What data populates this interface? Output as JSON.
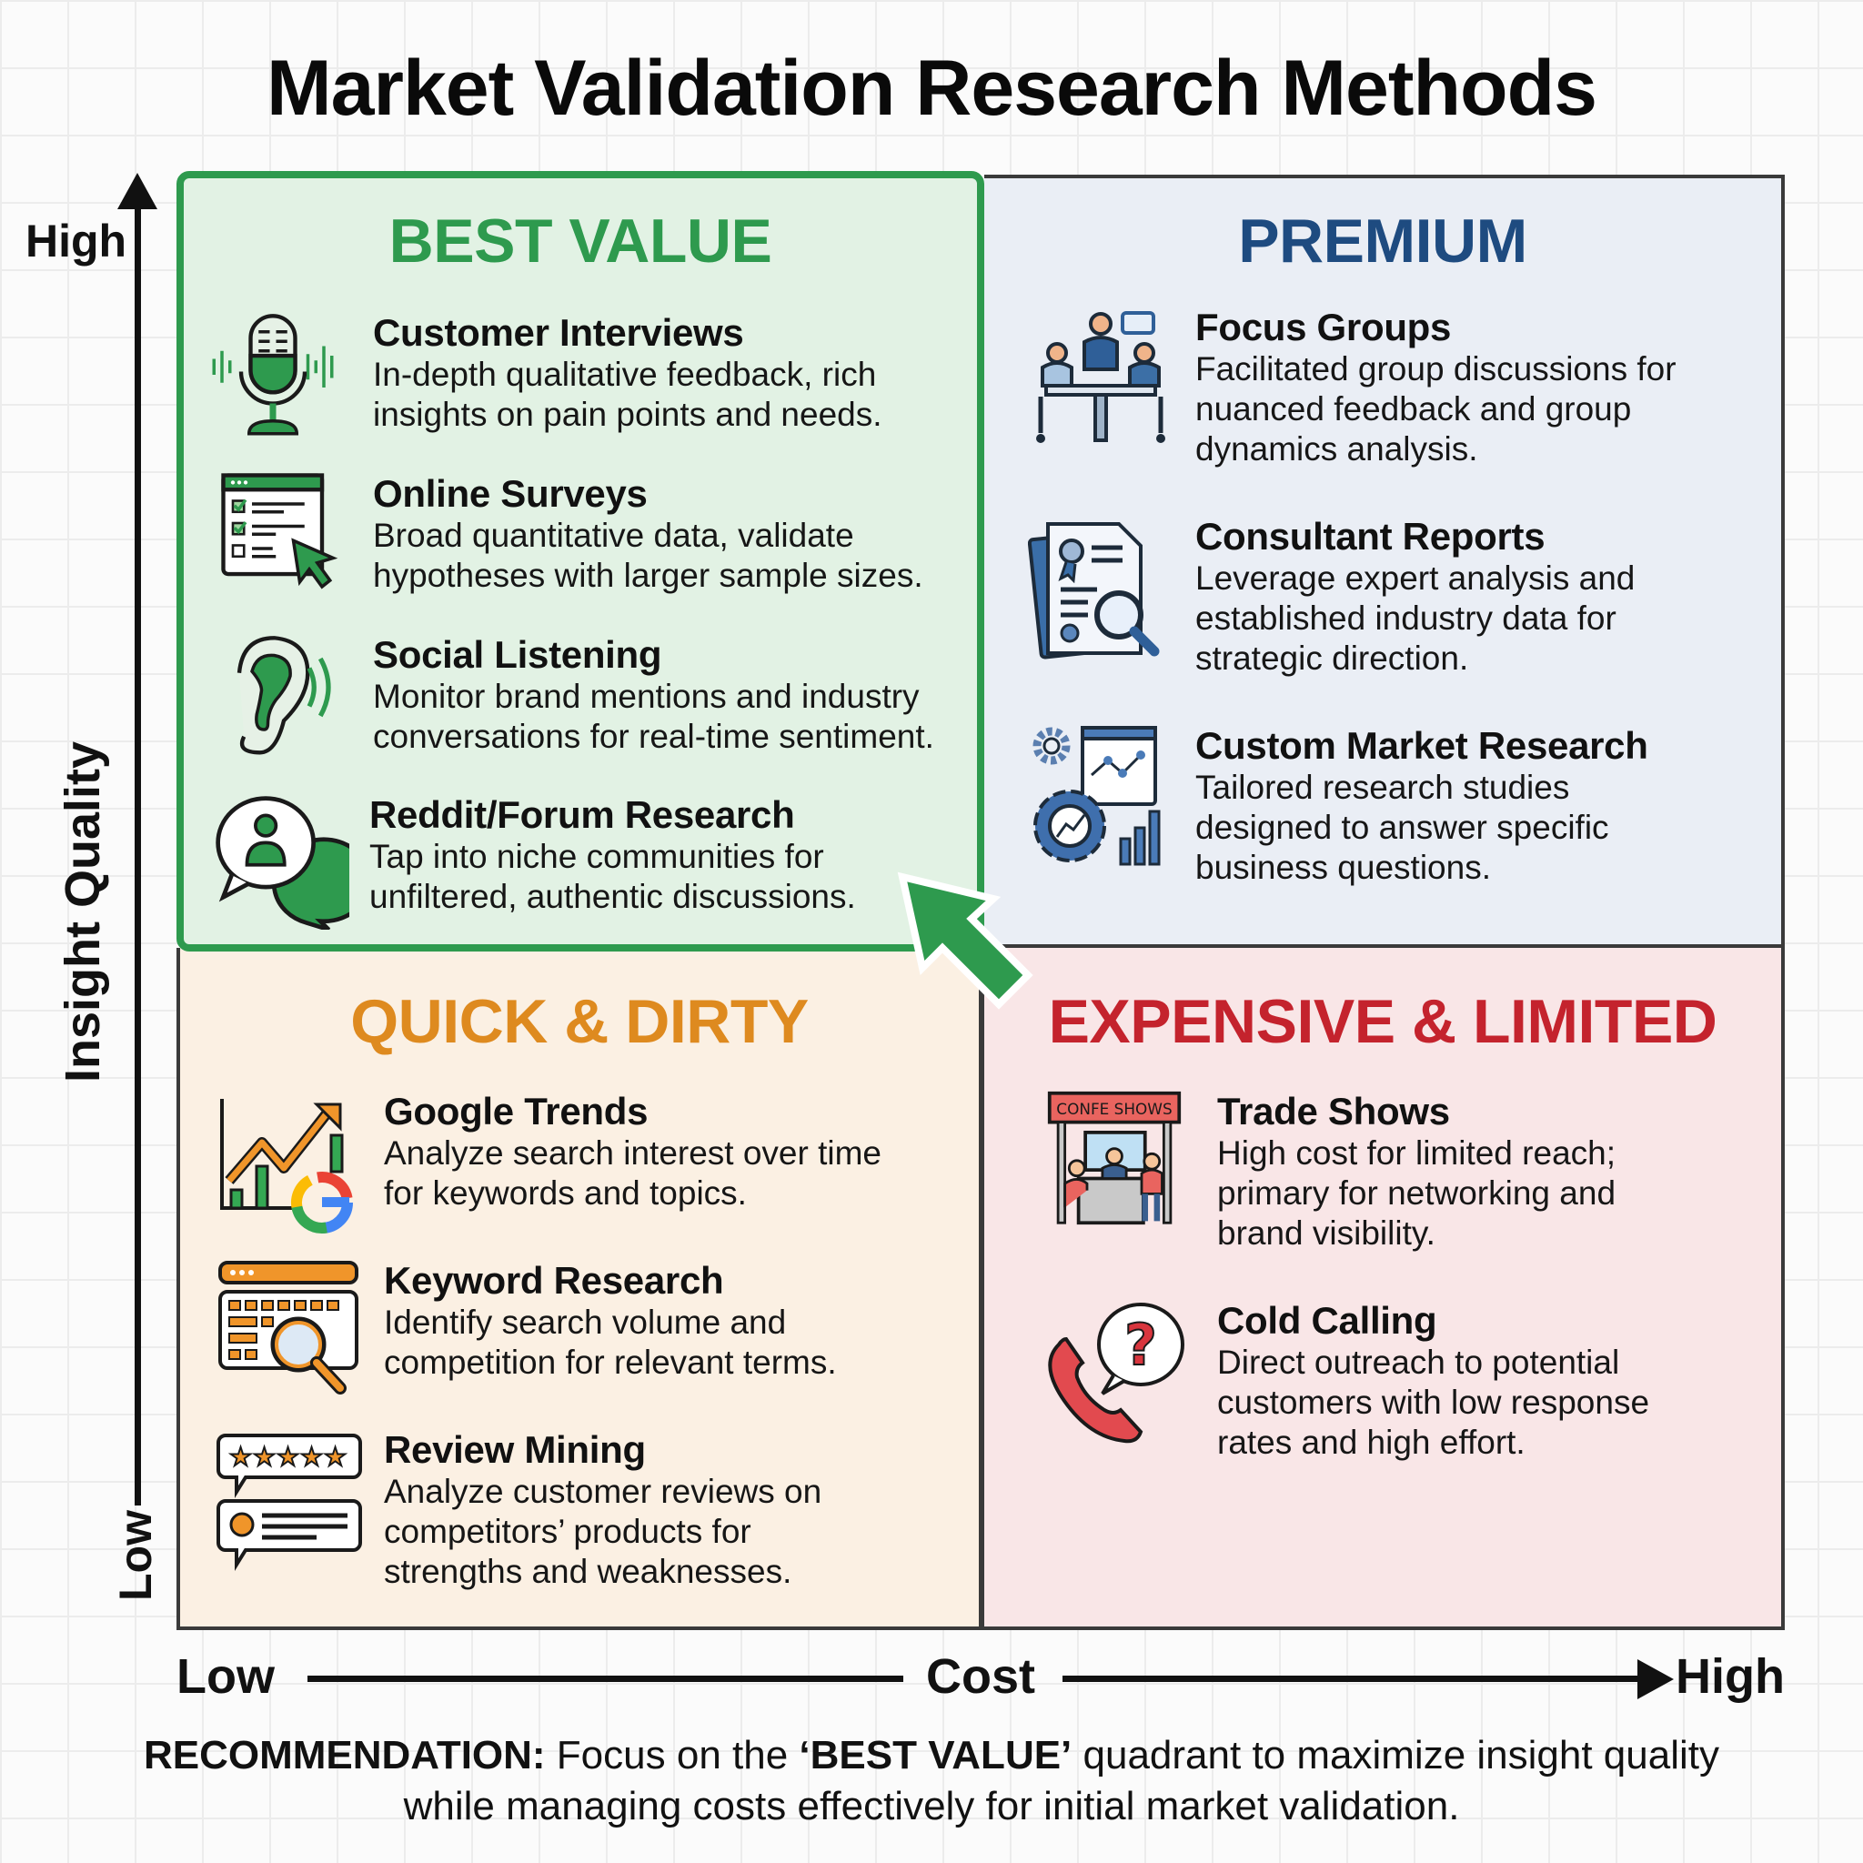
{
  "title": "Market Validation Research Methods",
  "axes": {
    "y": {
      "label": "Insight Quality",
      "high": "High",
      "low": "Low"
    },
    "x": {
      "label": "Cost",
      "low": "Low",
      "high": "High"
    }
  },
  "quadrants": {
    "best_value": {
      "title": "BEST VALUE",
      "color": "#2e9a4e",
      "background": "#e2f2e4",
      "items": [
        {
          "name": "Customer Interviews",
          "desc": "In-depth qualitative feedback, rich\ninsights on pain points and needs.",
          "icon": "microphone-icon"
        },
        {
          "name": "Online Surveys",
          "desc": "Broad quantitative data, validate\nhypotheses with larger sample sizes.",
          "icon": "survey-checklist-icon"
        },
        {
          "name": "Social Listening",
          "desc": "Monitor brand mentions and industry\nconversations for real-time sentiment.",
          "icon": "ear-icon"
        },
        {
          "name": "Reddit/Forum Research",
          "desc": "Tap into niche communities for\nunfiltered, authentic discussions.",
          "icon": "chat-bubbles-icon"
        }
      ]
    },
    "premium": {
      "title": "PREMIUM",
      "color": "#1e4b80",
      "background": "#eaeef5",
      "items": [
        {
          "name": "Focus Groups",
          "desc": "Facilitated group discussions for\nnuanced feedback and group\ndynamics analysis.",
          "icon": "meeting-group-icon"
        },
        {
          "name": "Consultant Reports",
          "desc": "Leverage expert analysis and\nestablished industry data for\nstrategic direction.",
          "icon": "report-magnifier-icon"
        },
        {
          "name": "Custom Market Research",
          "desc": "Tailored research studies\ndesigned to answer specific\nbusiness questions.",
          "icon": "gear-chart-icon"
        }
      ]
    },
    "quick_dirty": {
      "title": "QUICK & DIRTY",
      "color": "#de8a1f",
      "background": "#fbf0e3",
      "items": [
        {
          "name": "Google Trends",
          "desc": "Analyze search interest over time\nfor keywords and topics.",
          "icon": "trend-chart-google-icon"
        },
        {
          "name": "Keyword Research",
          "desc": "Identify search volume and\ncompetition for relevant terms.",
          "icon": "keyboard-search-icon"
        },
        {
          "name": "Review Mining",
          "desc": "Analyze customer reviews on\ncompetitors’ products for\nstrengths and weaknesses.",
          "icon": "star-review-icon"
        }
      ]
    },
    "expensive_limited": {
      "title": "EXPENSIVE & LIMITED",
      "color": "#c4232d",
      "background": "#f9e6e7",
      "items": [
        {
          "name": "Trade Shows",
          "desc": "High cost for limited reach;\nprimary for networking and\nbrand visibility.",
          "icon": "booth-icon",
          "icon_label": "CONFE SHOWS"
        },
        {
          "name": "Cold Calling",
          "desc": "Direct outreach to potential\ncustomers with low response\nrates and high effort.",
          "icon": "phone-question-icon"
        }
      ]
    }
  },
  "recommendation": {
    "lead": "RECOMMENDATION:",
    "text1": " Focus on the ",
    "highlight": "‘BEST VALUE’",
    "text2": " quadrant to maximize insight quality while managing costs effectively for initial market validation."
  }
}
